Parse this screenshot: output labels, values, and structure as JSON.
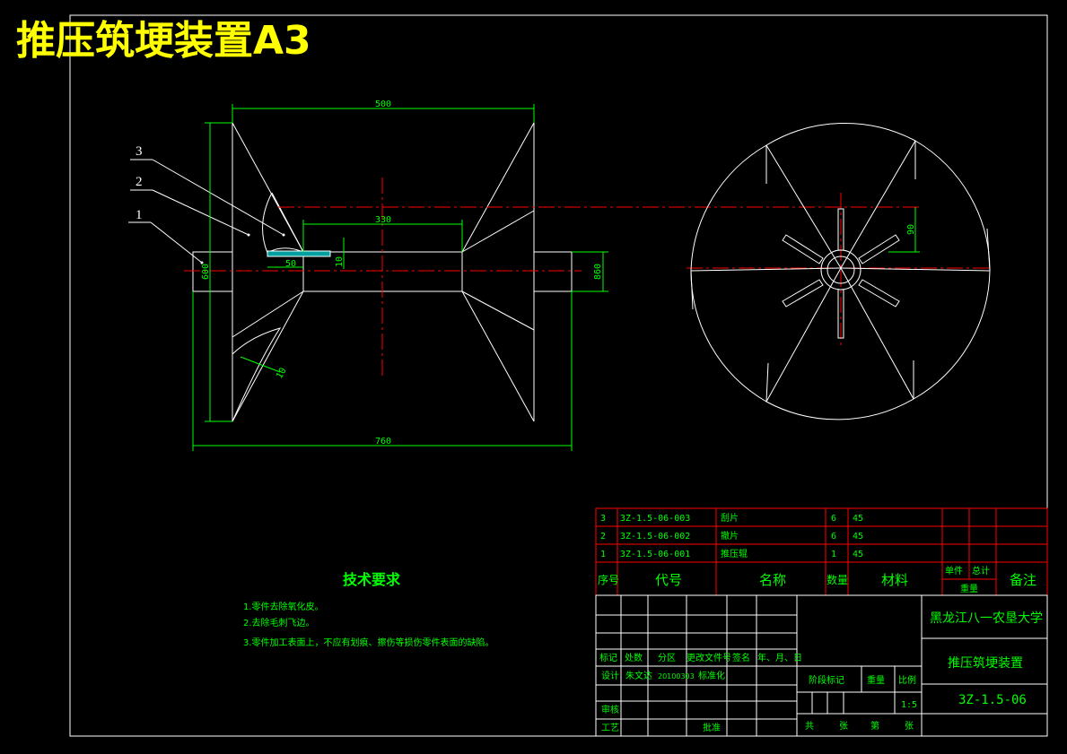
{
  "title": "推压筑埂装置A3",
  "colors": {
    "background": "#000000",
    "lines": "#ffffff",
    "dimension": "#00ff00",
    "centerline": "#ff0000",
    "title": "#ffff00",
    "table_border": "#ff0000",
    "table_text": "#00ff00"
  },
  "dimensions": {
    "top_width": "500",
    "inner_length": "330",
    "total_length": "760",
    "left_height": "600",
    "right_height": "860",
    "hub_width": "50",
    "blade_thickness": "10",
    "small_gap": "10",
    "side_offset": "90"
  },
  "leaders": {
    "item3": "3",
    "item2": "2",
    "item1": "1"
  },
  "tech_requirements": {
    "heading": "技术要求",
    "items": [
      "1.零件去除氧化皮。",
      "2.去除毛刺飞边。",
      "3.零件加工表面上，不应有划痕、擦伤等损伤零件表面的缺陷。"
    ]
  },
  "parts_list": {
    "rows": [
      {
        "no": "3",
        "code": "3Z-1.5-06-003",
        "name": "刮片",
        "qty": "6",
        "material": "45"
      },
      {
        "no": "2",
        "code": "3Z-1.5-06-002",
        "name": "撤片",
        "qty": "6",
        "material": "45"
      },
      {
        "no": "1",
        "code": "3Z-1.5-06-001",
        "name": "推压辊",
        "qty": "1",
        "material": "45"
      }
    ],
    "header": {
      "no": "序号",
      "code": "代号",
      "name": "名称",
      "qty": "数量",
      "material": "材料",
      "unit_weight": "单件",
      "total_weight": "总计",
      "weight": "重量",
      "remark": "备注"
    }
  },
  "title_block": {
    "university": "黑龙江八一农垦大学",
    "drawing_name": "推压筑埂装置",
    "drawing_code": "3Z-1.5-06",
    "row_labels": [
      "标记",
      "处数",
      "分区",
      "更改文件号",
      "签名",
      "年、月、日"
    ],
    "design_label": "设计",
    "designer": "朱文达",
    "design_date": "20100303",
    "standardize": "标准化",
    "review": "审核",
    "process": "工艺",
    "approve": "批准",
    "stage_mark": "阶段标记",
    "weight": "重量",
    "scale_label": "比例",
    "scale": "1:5",
    "total": "共",
    "sheets": "张",
    "page": "第",
    "sheet_word": "张"
  }
}
